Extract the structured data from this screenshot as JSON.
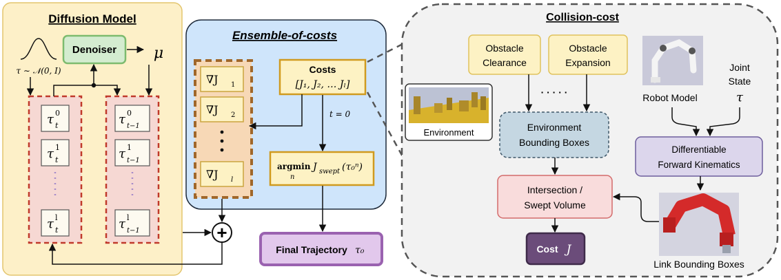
{
  "diffusion": {
    "title": "Diffusion Model",
    "noise_label": "τ ∼ 𝒩(0, I)",
    "denoiser_label": "Denoiser",
    "mu_label": "μ",
    "left_tokens": [
      "τ",
      "τ",
      "τ"
    ],
    "left_sups": [
      "0",
      "1",
      "l"
    ],
    "left_subs": [
      "t",
      "t",
      "t"
    ],
    "right_tokens": [
      "τ",
      "τ",
      "τ"
    ],
    "right_sups": [
      "0",
      "1",
      "l"
    ],
    "right_subs": [
      "t−1",
      "t−1",
      "t−1"
    ]
  },
  "ensemble": {
    "title": "Ensemble-of-costs",
    "gradients": [
      "∇J",
      "∇J",
      "∇J"
    ],
    "gradient_subs": [
      "1",
      "2",
      "l"
    ],
    "costs_title": "Costs",
    "costs_list": "[J₁, J₂, … Jₗ]",
    "t_label": "t = 0",
    "argmin_word": "argmin",
    "argmin_sub": "n",
    "argmin_expr": "J",
    "argmin_expr_sub": "swept",
    "argmin_arg": "(τ₀ⁿ)",
    "plus_symbol": "+"
  },
  "final": {
    "label": "Final Trajectory",
    "symbol": "τ₀"
  },
  "collision": {
    "title": "Collision-cost",
    "obstacle_clearance": [
      "Obstacle",
      "Clearance"
    ],
    "obstacle_expansion": [
      "Obstacle",
      "Expansion"
    ],
    "dots": "· · · · ·",
    "environment_label": "Environment",
    "env_bounding_boxes": [
      "Environment",
      "Bounding Boxes"
    ],
    "robot_model_label": "Robot Model",
    "joint_state": [
      "Joint",
      "State"
    ],
    "joint_symbol": "τ",
    "dfk": [
      "Differentiable",
      "Forward Kinematics"
    ],
    "intersection": [
      "Intersection /",
      "Swept Volume"
    ],
    "cost_label": "Cost",
    "cost_symbol": "J",
    "link_boxes_label": "Link Bounding Boxes"
  },
  "colors": {
    "diffusion_bg": "#fdf0c8",
    "ensemble_bg": "#cfe5fb",
    "collision_bg": "#f2f2f2",
    "yellow_box": "#fdf2c4",
    "pink_box": "#f9dcdc",
    "blue_box": "#c5d7e2",
    "purple_box": "#dcd6ec",
    "cost_box": "#6b4c7a",
    "final_box": "#e2c8ec"
  }
}
